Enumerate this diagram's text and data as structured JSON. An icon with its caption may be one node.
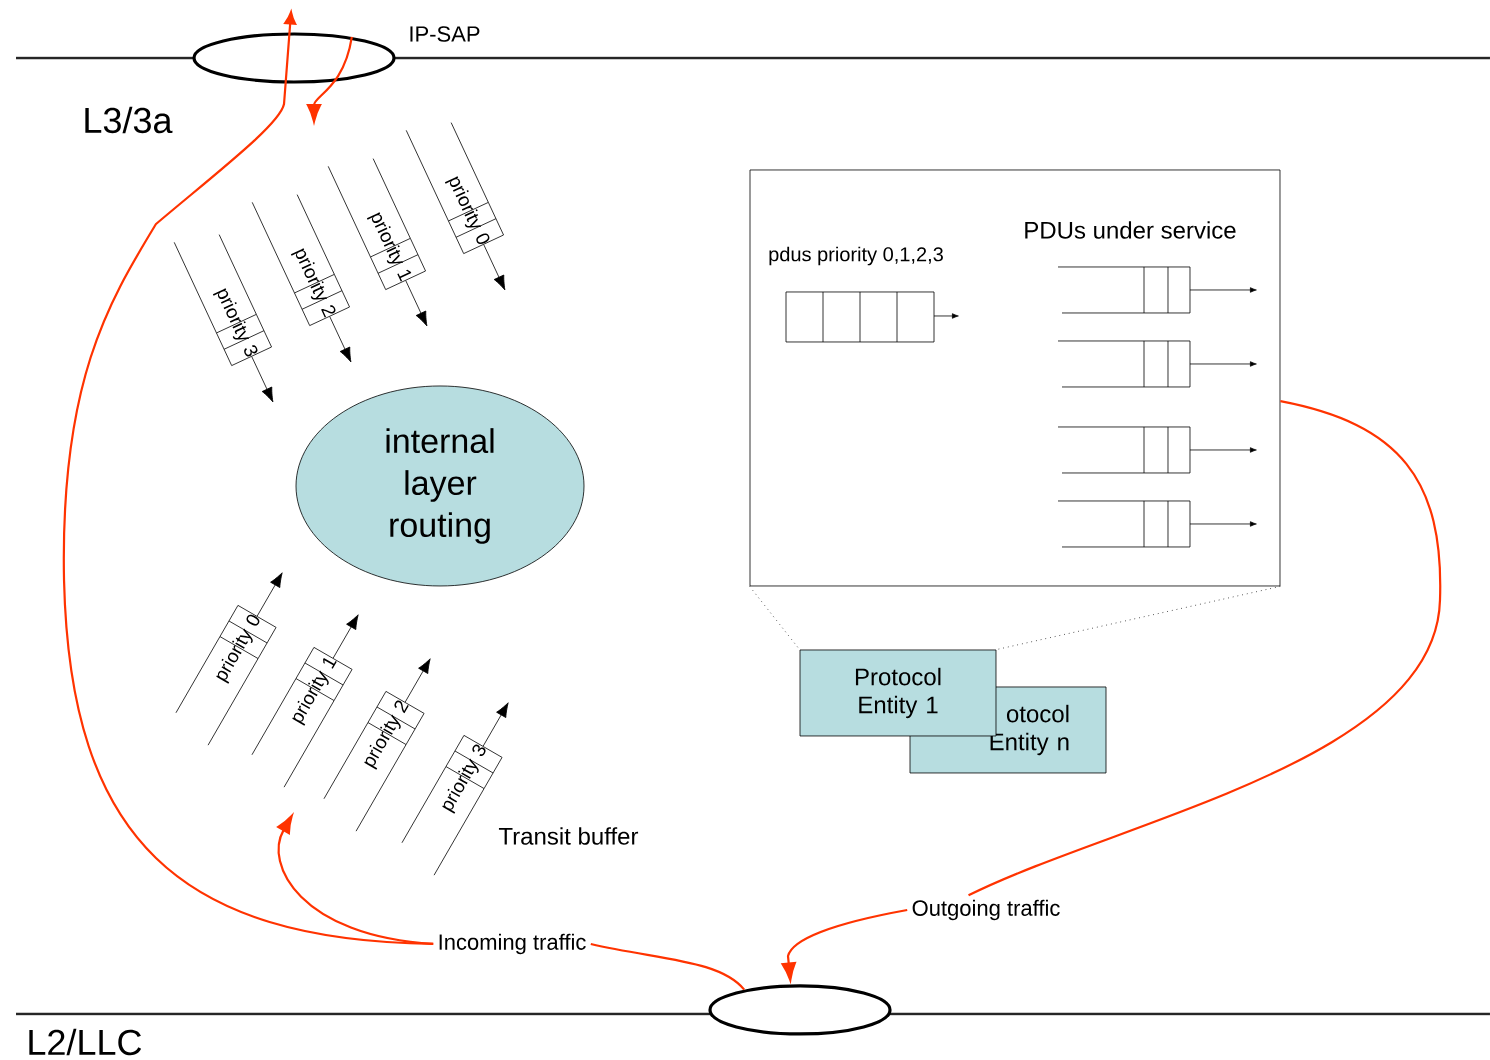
{
  "diagram": {
    "nodes": [
      {
        "text": [],
        "shape": "ellipse",
        "beside": [
          "IP-SAP"
        ]
      },
      {
        "text": [
          "internal layer routing"
        ]
      },
      {
        "text": [
          "pdus priority 0,1,2,3",
          "PDUs under service"
        ]
      },
      {
        "text": [
          "Protocol Entity 1"
        ]
      },
      {
        "text": [
          "otocol Entity n"
        ]
      },
      {
        "text": [
          "Incoming traffic"
        ]
      },
      {
        "text": [
          "Outgoing traffic"
        ]
      },
      {
        "text": [],
        "shape": "ellipse"
      },
      {
        "text": [
          "priority 3"
        ]
      },
      {
        "text": [
          "priority 2"
        ]
      },
      {
        "text": [
          "priority 1"
        ]
      },
      {
        "text": [
          "priority 0"
        ]
      },
      {
        "text": [
          "priority 0"
        ]
      },
      {
        "text": [
          "priority 1"
        ]
      },
      {
        "text": [
          "priority 2"
        ]
      },
      {
        "text": [
          "priority 3"
        ]
      }
    ],
    "edges": [
      {
        "from": 8,
        "to": null,
        "arrow": "to"
      },
      {
        "from": 9,
        "to": null,
        "arrow": "to"
      },
      {
        "from": 10,
        "to": null,
        "arrow": "to"
      },
      {
        "from": 11,
        "to": null,
        "arrow": "to"
      },
      {
        "from": 12,
        "to": null,
        "arrow": "to"
      },
      {
        "from": 13,
        "to": null,
        "arrow": "to"
      },
      {
        "from": 14,
        "to": null,
        "arrow": "to"
      },
      {
        "from": 15,
        "to": null,
        "arrow": "to"
      },
      {
        "from": 5,
        "to": 0,
        "arrow": "to",
        "color": "#ff3300"
      },
      {
        "from": 5,
        "to": null,
        "arrow": "to",
        "color": "#ff3300"
      },
      {
        "from": 7,
        "to": 5,
        "arrow": "none",
        "color": "#ff3300"
      },
      {
        "from": 0,
        "to": null,
        "arrow": "to",
        "color": "#ff3300"
      },
      {
        "from": 2,
        "to": 6,
        "arrow": "none",
        "color": "#ff3300"
      },
      {
        "from": 6,
        "to": 7,
        "arrow": "to",
        "color": "#ff3300"
      },
      {
        "from": 2,
        "to": 3,
        "arrow": "none",
        "style": "dashed"
      },
      {
        "from": 2,
        "to": 3,
        "arrow": "none",
        "style": "dashed"
      }
    ],
    "labels": [
      "L3/3a",
      "Transit buffer",
      "L2/LLC"
    ]
  }
}
